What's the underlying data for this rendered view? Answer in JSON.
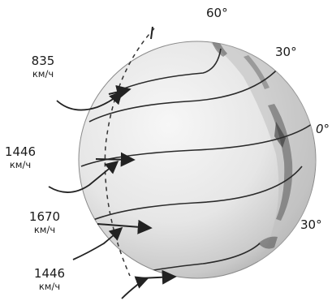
{
  "latitude_labels": {
    "lat_60n": "60°",
    "lat_30n": "30°",
    "lat_0": "0°",
    "lat_30s": "30°"
  },
  "speed_labels": [
    {
      "value": "835",
      "unit": "км/ч"
    },
    {
      "value": "1446",
      "unit": "км/ч"
    },
    {
      "value": "1670",
      "unit": "км/ч"
    },
    {
      "value": "1446",
      "unit": "км/ч"
    }
  ]
}
